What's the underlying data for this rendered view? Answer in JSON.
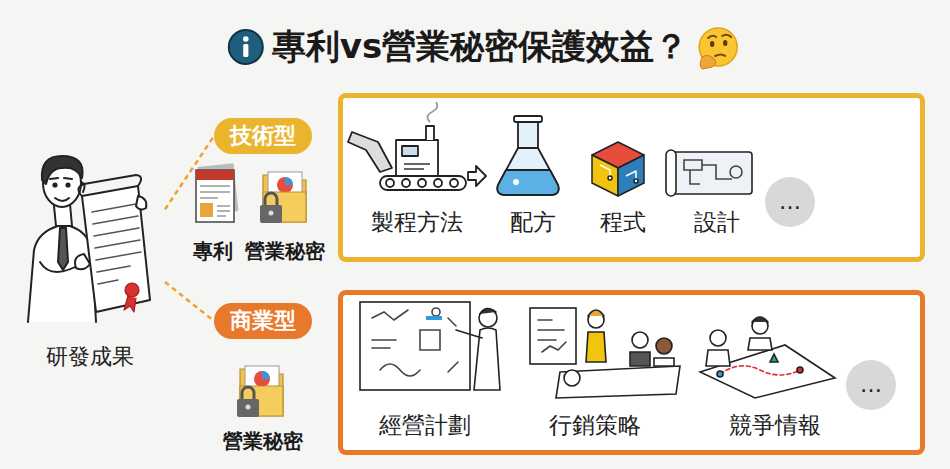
{
  "diagram": {
    "title": "專利vs營業秘密保護效益？",
    "nodes": [
      {
        "text": [
          "研發成果"
        ]
      },
      {
        "text": [
          "技術型"
        ]
      },
      {
        "text": [
          "製程方法",
          "配方",
          "程式",
          "設計"
        ]
      },
      {
        "text": [
          "…"
        ],
        "in": 2
      },
      {
        "text": [
          "商業型"
        ]
      },
      {
        "text": [
          "經營計劃",
          "行銷策略",
          "競爭情報"
        ]
      },
      {
        "text": [
          "…"
        ],
        "in": 5
      }
    ],
    "edges": [
      {
        "from": 0,
        "to": 1,
        "arrow": "none"
      },
      {
        "from": 0,
        "to": 4,
        "arrow": "none"
      }
    ],
    "labels": [
      "專利",
      "營業秘密",
      "營業秘密"
    ]
  }
}
